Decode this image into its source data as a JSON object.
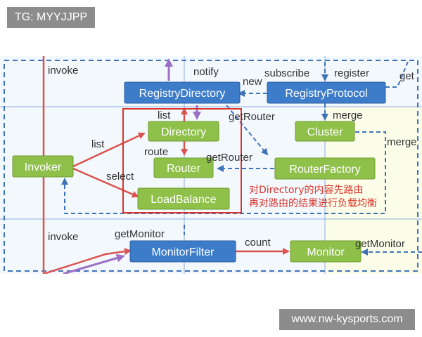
{
  "watermarks": {
    "top_left": "TG: MYYJJPP",
    "bottom_right": "www.nw-kysports.com"
  },
  "diagram": {
    "nodes": {
      "registry_directory": "RegistryDirectory",
      "registry_protocol": "RegistryProtocol",
      "directory": "Directory",
      "cluster": "Cluster",
      "invoker": "Invoker",
      "router": "Router",
      "router_factory": "RouterFactory",
      "load_balance": "LoadBalance",
      "monitor_filter": "MonitorFilter",
      "monitor": "Monitor",
      "partial_right": "get"
    },
    "edge_labels": {
      "invoke_top": "invoke",
      "notify": "notify",
      "new": "new",
      "subscribe": "subscribe",
      "register": "register",
      "list_top": "list",
      "get_router_top": "getRouter",
      "merge": "merge",
      "merge_right": "merge",
      "list_left": "list",
      "route": "route",
      "get_router_mid": "getRouter",
      "select": "select",
      "invoke_bottom": "invoke",
      "get_monitor_left": "getMonitor",
      "count": "count",
      "get_monitor_right": "getMonitor"
    },
    "annotation": {
      "line1": "对Directory的内容先路由",
      "line2": "再对路由的结果进行负载均衡"
    },
    "colors": {
      "blue_node": "#3d7cc9",
      "green_node": "#8fc04a",
      "highlight_box": "#d9342b",
      "red_arrow": "#d9534f",
      "purple_arrow": "#9b6fc4",
      "dashed_blue": "#3f73b8",
      "annotation_text": "#d9342b",
      "background_light": "#f3f8fd",
      "background_yellow": "#fbfde9"
    }
  }
}
